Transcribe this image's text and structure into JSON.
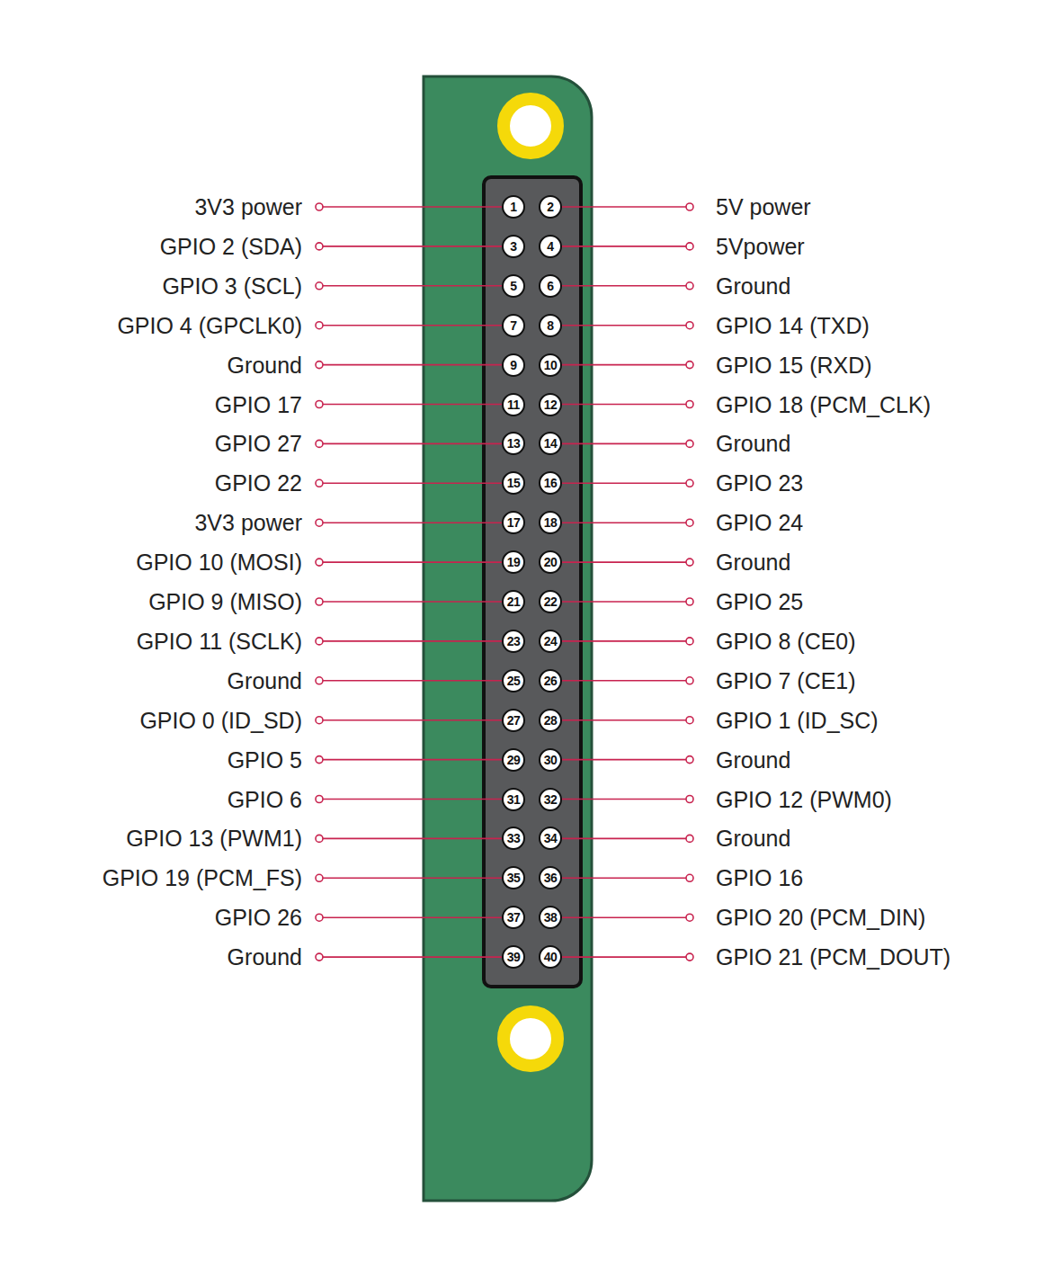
{
  "diagram": {
    "nodes": [
      {
        "text": [
          "1"
        ]
      },
      {
        "text": [
          "2"
        ]
      },
      {
        "text": [
          "3"
        ]
      },
      {
        "text": [
          "4"
        ]
      },
      {
        "text": [
          "5"
        ]
      },
      {
        "text": [
          "6"
        ]
      },
      {
        "text": [
          "7"
        ]
      },
      {
        "text": [
          "8"
        ]
      },
      {
        "text": [
          "9"
        ]
      },
      {
        "text": [
          "10"
        ]
      },
      {
        "text": [
          "11"
        ]
      },
      {
        "text": [
          "12"
        ]
      },
      {
        "text": [
          "13"
        ]
      },
      {
        "text": [
          "14"
        ]
      },
      {
        "text": [
          "15"
        ]
      },
      {
        "text": [
          "16"
        ]
      },
      {
        "text": [
          "17"
        ]
      },
      {
        "text": [
          "18"
        ]
      },
      {
        "text": [
          "19"
        ]
      },
      {
        "text": [
          "20"
        ]
      },
      {
        "text": [
          "21"
        ]
      },
      {
        "text": [
          "22"
        ]
      },
      {
        "text": [
          "23"
        ]
      },
      {
        "text": [
          "24"
        ]
      },
      {
        "text": [
          "25"
        ]
      },
      {
        "text": [
          "26"
        ]
      },
      {
        "text": [
          "27"
        ]
      },
      {
        "text": [
          "28"
        ]
      },
      {
        "text": [
          "29"
        ]
      },
      {
        "text": [
          "30"
        ]
      },
      {
        "text": [
          "31"
        ]
      },
      {
        "text": [
          "32"
        ]
      },
      {
        "text": [
          "33"
        ]
      },
      {
        "text": [
          "34"
        ]
      },
      {
        "text": [
          "35"
        ]
      },
      {
        "text": [
          "36"
        ]
      },
      {
        "text": [
          "37"
        ]
      },
      {
        "text": [
          "38"
        ]
      },
      {
        "text": [
          "39"
        ]
      },
      {
        "text": [
          "40"
        ]
      }
    ],
    "labels": [
      "3V3 power",
      "5V power",
      "GPIO 2 (SDA)",
      "5Vpower",
      "GPIO 3 (SCL)",
      "Ground",
      "GPIO 4 (GPCLK0)",
      "GPIO 14 (TXD)",
      "Ground",
      "GPIO 15 (RXD)",
      "GPIO 17",
      "GPIO 18 (PCM_CLK)",
      "GPIO 27",
      "Ground",
      "GPIO 22",
      "GPIO 23",
      "3V3 power",
      "GPIO 24",
      "GPIO 10 (MOSI)",
      "Ground",
      "GPIO 9 (MISO)",
      "GPIO 25",
      "GPIO 11 (SCLK)",
      "GPIO 8 (CE0)",
      "Ground",
      "GPIO 7 (CE1)",
      "GPIO 0 (ID_SD)",
      "GPIO 1 (ID_SC)",
      "GPIO 5",
      "Ground",
      "GPIO 6",
      "GPIO 12 (PWM0)",
      "GPIO 13 (PWM1)",
      "Ground",
      "GPIO 19 (PCM_FS)",
      "GPIO 16",
      "GPIO 26",
      "GPIO 20 (PCM_DIN)",
      "Ground",
      "GPIO 21 (PCM_DOUT)"
    ]
  }
}
